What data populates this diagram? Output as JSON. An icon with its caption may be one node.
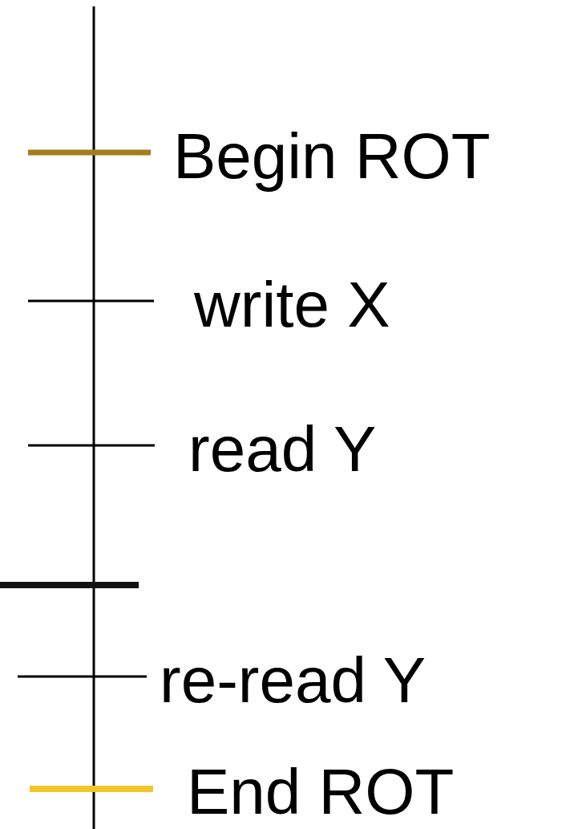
{
  "diagram": {
    "labels": [
      "Begin ROT",
      "write X",
      "read Y",
      "re-read Y",
      "End ROT"
    ]
  }
}
